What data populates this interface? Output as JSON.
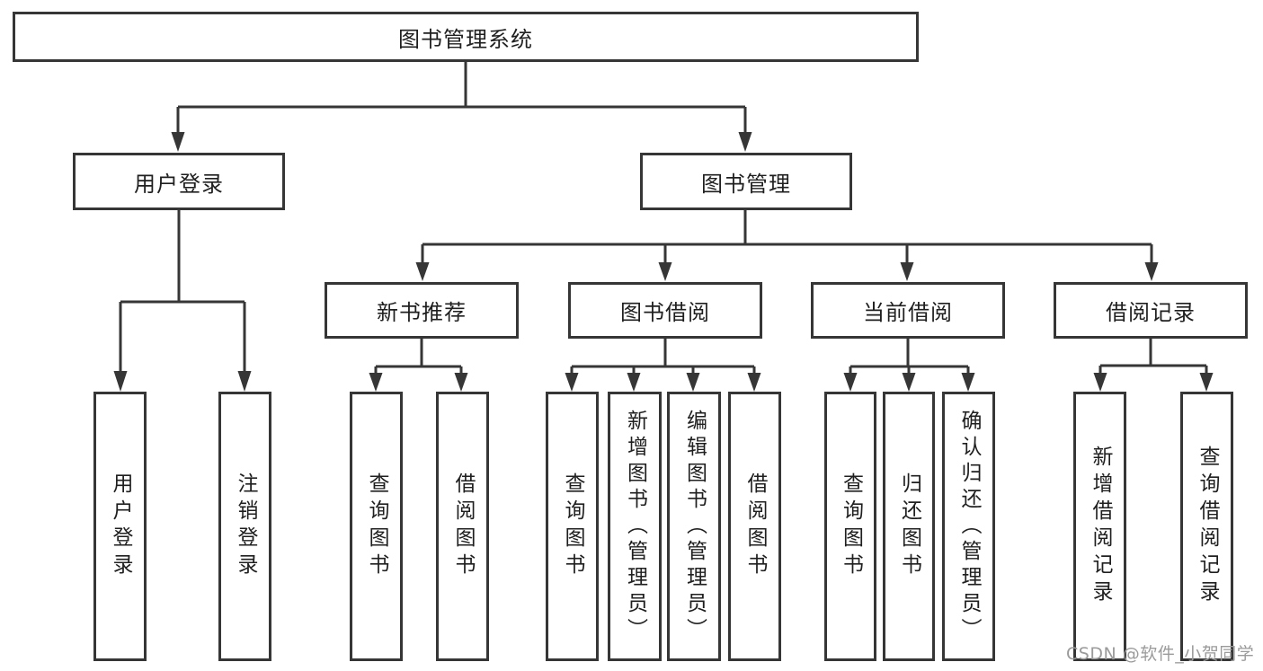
{
  "diagram": {
    "root": {
      "label": "图书管理系统"
    },
    "user_login": {
      "label": "用户登录",
      "children": [
        {
          "label": "用户登录"
        },
        {
          "label": "注销登录"
        }
      ]
    },
    "book_mgmt": {
      "label": "图书管理",
      "groups": [
        {
          "label": "新书推荐",
          "children": [
            {
              "label": "查询图书"
            },
            {
              "label": "借阅图书"
            }
          ]
        },
        {
          "label": "图书借阅",
          "children": [
            {
              "label": "查询图书"
            },
            {
              "label": "新增图书（管理员）"
            },
            {
              "label": "编辑图书（管理员）"
            },
            {
              "label": "借阅图书"
            }
          ]
        },
        {
          "label": "当前借阅",
          "children": [
            {
              "label": "查询图书"
            },
            {
              "label": "归还图书"
            },
            {
              "label": "确认归还（管理员）"
            }
          ]
        },
        {
          "label": "借阅记录",
          "children": [
            {
              "label": "新增借阅记录"
            },
            {
              "label": "查询借阅记录"
            }
          ]
        }
      ]
    }
  },
  "watermark": {
    "text": "CSDN @软件_小贺同学"
  },
  "colors": {
    "line": "#363636",
    "text": "#1f1f1f",
    "background": "#ffffff",
    "watermark": "#9b9b9b"
  }
}
